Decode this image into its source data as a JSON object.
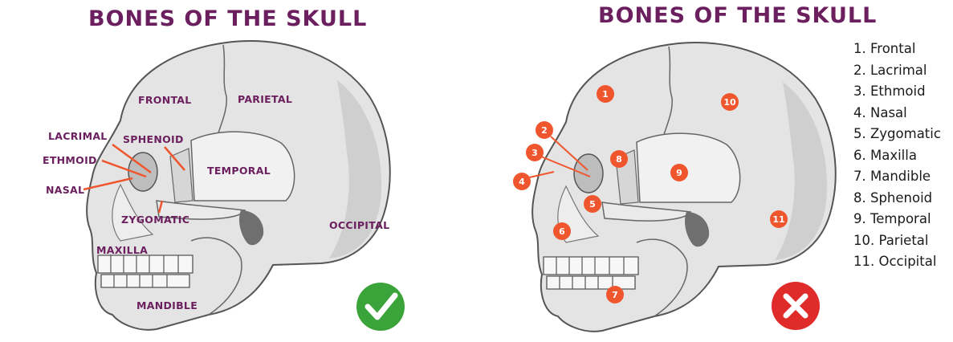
{
  "left": {
    "title": "BONES OF THE SKULL",
    "labels": {
      "frontal": "FRONTAL",
      "parietal": "PARIETAL",
      "lacrimal": "LACRIMAL",
      "sphenoid": "SPHENOID",
      "ethmoid": "ETHMOID",
      "temporal": "TEMPORAL",
      "nasal": "NASAL",
      "zygomatic": "ZYGOMATIC",
      "occipital": "OCCIPITAL",
      "maxilla": "MAXILLA",
      "mandible": "MANDIBLE"
    },
    "verdict_icon": "checkmark-icon",
    "verdict_color": "#3aa33a"
  },
  "right": {
    "title": "BONES OF THE SKULL",
    "markers": [
      "1",
      "2",
      "3",
      "4",
      "5",
      "6",
      "7",
      "8",
      "9",
      "10",
      "11"
    ],
    "key": [
      "1. Frontal",
      "2. Lacrimal",
      "3. Ethmoid",
      "4. Nasal",
      "5. Zygomatic",
      "6. Maxilla",
      "7. Mandible",
      "8. Sphenoid",
      "9. Temporal",
      "10. Parietal",
      "11. Occipital"
    ],
    "verdict_icon": "cross-icon",
    "verdict_color": "#e02b2b"
  },
  "colors": {
    "title": "#6b1f5e",
    "leader_line": "#f0562d",
    "marker": "#f0562d",
    "bone_fill": "#e4e4e4",
    "bone_stroke": "#555555"
  }
}
